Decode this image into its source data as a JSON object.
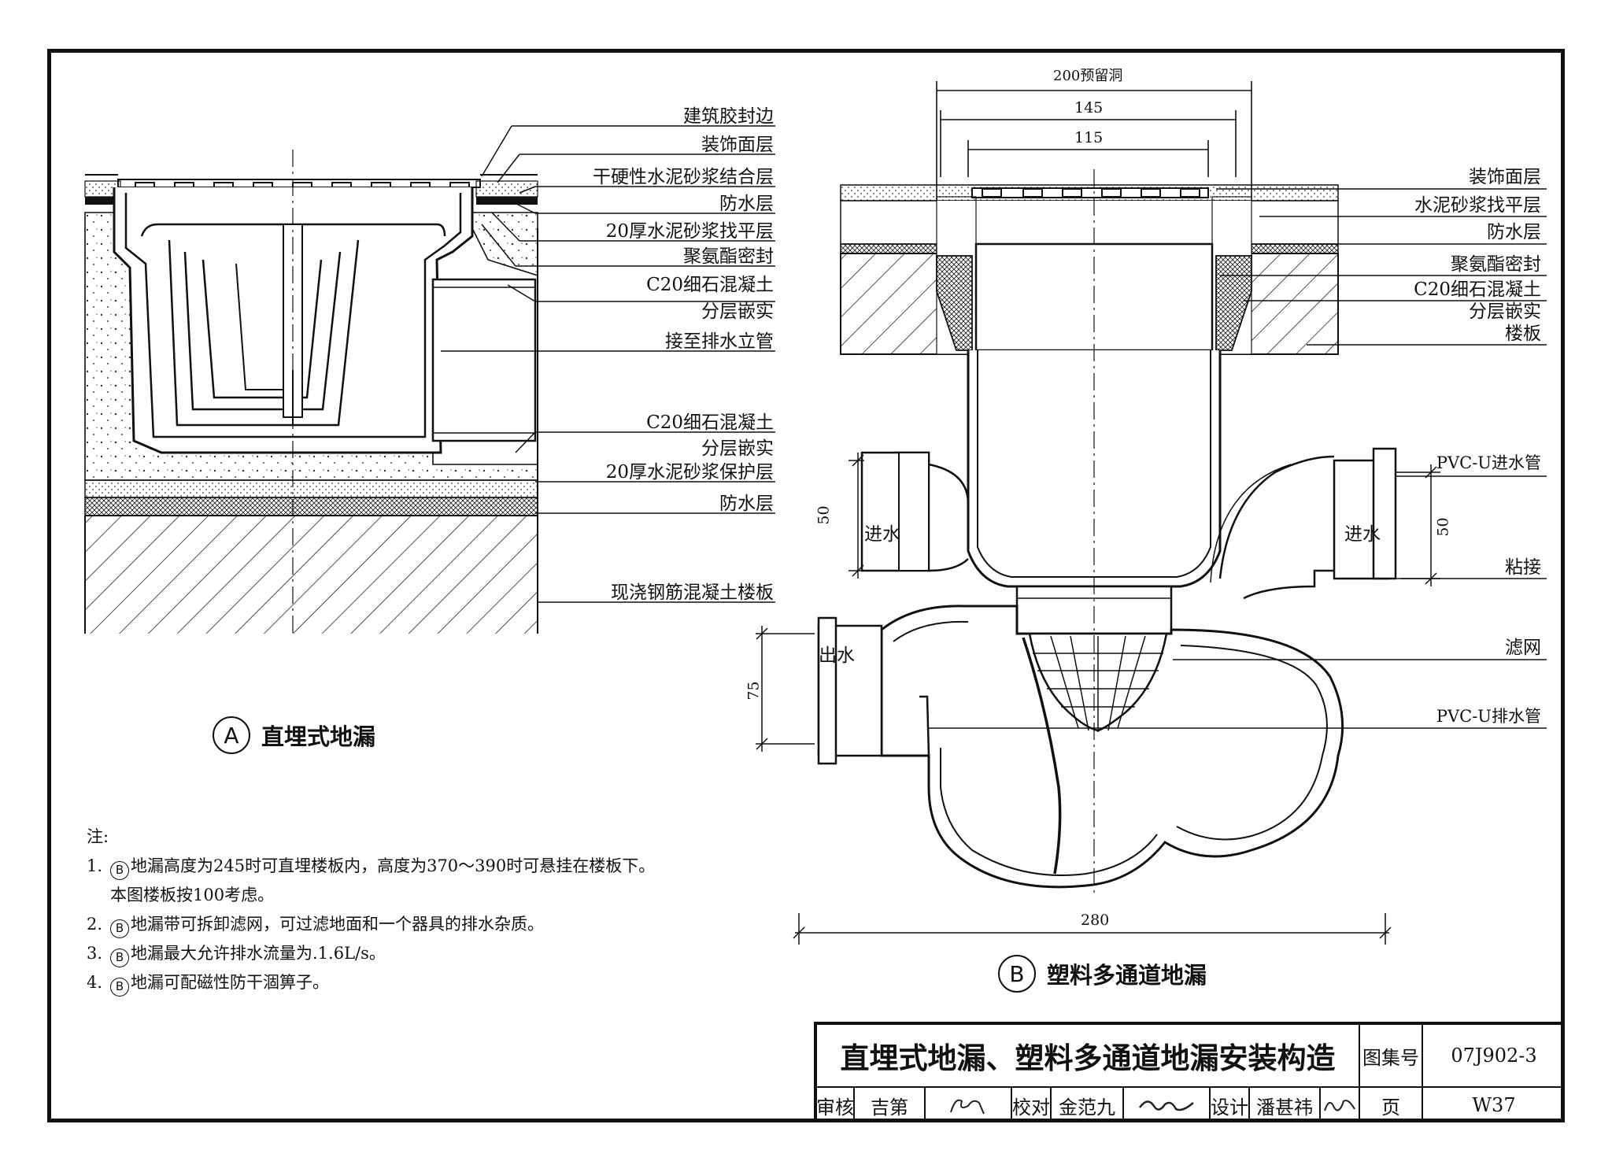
{
  "detail_a": {
    "title_marker": "A",
    "title": "直埋式地漏",
    "labels": [
      "建筑胶封边",
      "装饰面层",
      "干硬性水泥砂浆结合层",
      "防水层",
      "20厚水泥砂浆找平层",
      "聚氨酯密封",
      "C20细石混凝土",
      "分层嵌实",
      "接至排水立管",
      "C20细石混凝土",
      "分层嵌实",
      "20厚水泥砂浆保护层",
      "防水层",
      "现浇钢筋混凝土楼板"
    ]
  },
  "detail_b": {
    "title_marker": "B",
    "title": "塑料多通道地漏",
    "dims": {
      "d200": "200预留洞",
      "d145": "145",
      "d115": "115",
      "d50_left": "50",
      "d50_right": "50",
      "d75": "75",
      "d280": "280"
    },
    "inner_labels": {
      "inlet_left": "进水",
      "inlet_right": "进水",
      "outlet": "出水"
    },
    "labels": [
      "装饰面层",
      "水泥砂浆找平层",
      "防水层",
      "聚氨酯密封",
      "C20细石混凝土",
      "分层嵌实",
      "楼板",
      "PVC-U进水管",
      "粘接",
      "滤网",
      "PVC-U排水管"
    ]
  },
  "notes": {
    "heading": "注:",
    "marker": "B",
    "items": [
      {
        "num": "1.",
        "text": "地漏高度为245时可直埋楼板内，高度为370～390时可悬挂在楼板下。",
        "cont": "本图楼板按100考虑。"
      },
      {
        "num": "2.",
        "text": "地漏带可拆卸滤网，可过滤地面和一个器具的排水杂质。"
      },
      {
        "num": "3.",
        "text": "地漏最大允许排水流量为.1.6L/s。"
      },
      {
        "num": "4.",
        "text": "地漏可配磁性防干涸箅子。"
      }
    ]
  },
  "title_block": {
    "title": "直埋式地漏、塑料多通道地漏安装构造",
    "atlas_label": "图集号",
    "atlas_no": "07J902-3",
    "review_label": "审核",
    "review_name": "吉第",
    "check_label": "校对",
    "check_name": "金范九",
    "design_label": "设计",
    "design_name": "潘甚祎",
    "page_label": "页",
    "page_no": "W37"
  }
}
